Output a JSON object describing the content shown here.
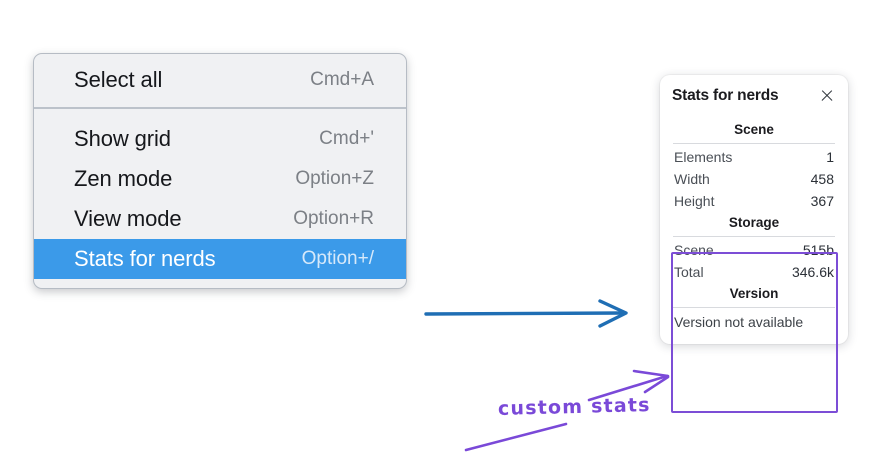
{
  "context_menu": {
    "groups": [
      {
        "name": "group-upper",
        "items": [
          {
            "label": "Select all",
            "shortcut": "Cmd+A",
            "selected": false
          }
        ]
      },
      {
        "name": "group-lower",
        "items": [
          {
            "label": "Show grid",
            "shortcut": "Cmd+'",
            "selected": false
          },
          {
            "label": "Zen mode",
            "shortcut": "Option+Z",
            "selected": false
          },
          {
            "label": "View mode",
            "shortcut": "Option+R",
            "selected": false
          },
          {
            "label": "Stats for nerds",
            "shortcut": "Option+/",
            "selected": true
          }
        ]
      }
    ],
    "selected_item": "Stats for nerds",
    "highlight_color": "#3b9ae9",
    "background_color": "#f0f1f3"
  },
  "stats_panel": {
    "title": "Stats for nerds",
    "close_icon": "close-icon",
    "sections": [
      {
        "heading": "Scene",
        "rows": [
          {
            "key": "Elements",
            "value": "1"
          },
          {
            "key": "Width",
            "value": "458"
          },
          {
            "key": "Height",
            "value": "367"
          }
        ]
      },
      {
        "heading": "Storage",
        "rows": [
          {
            "key": "Scene",
            "value": "515b"
          },
          {
            "key": "Total",
            "value": "346.6k"
          }
        ]
      },
      {
        "heading": "Version",
        "full_row": "Version not available"
      }
    ],
    "highlight_border_color": "#7c4dd6"
  },
  "annotations": {
    "note_text": "custom stats",
    "note_color": "#7a49d8",
    "blue_arrow_color": "#1f6eb4",
    "purple_arrow_color": "#7a49d8"
  }
}
